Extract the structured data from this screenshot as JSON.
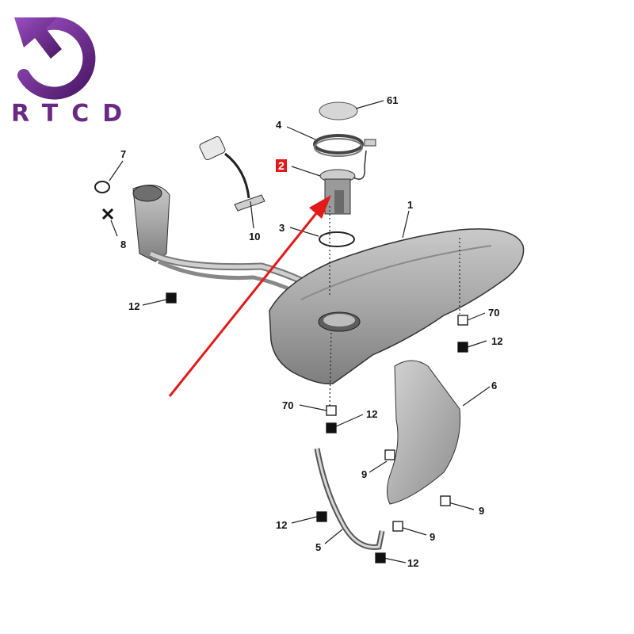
{
  "logo": {
    "letters": "RTCD",
    "color": "#6a2a83"
  },
  "highlight_color": "#e21a1a",
  "callouts": {
    "c61": "61",
    "c4": "4",
    "c2": "2",
    "c7": "7",
    "c8": "8",
    "c10": "10",
    "c3": "3",
    "c1": "1",
    "c12a": "12",
    "c70a": "70",
    "c12b": "12",
    "c6": "6",
    "c70b": "70",
    "c12c": "12",
    "c9a": "9",
    "c9b": "9",
    "c9c": "9",
    "c12d": "12",
    "c5": "5",
    "c12e": "12"
  }
}
